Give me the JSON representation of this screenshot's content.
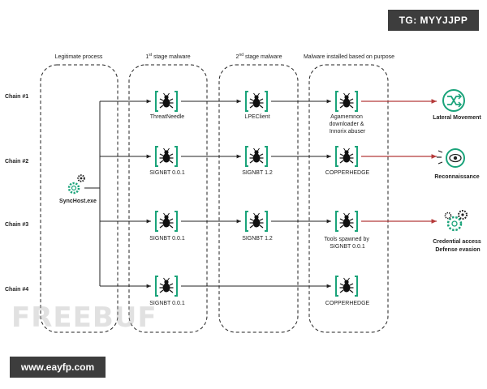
{
  "badges": {
    "tg": "TG: MYYJJPP",
    "site": "www.eayfp.com",
    "watermark": "FREEBUF"
  },
  "colors": {
    "accent": "#1aa37a",
    "bug": "#111111",
    "outcome_arrow": "#b53a3a"
  },
  "columns": {
    "legit": "Legitimate process",
    "stage1_pre": "1",
    "stage1_sup": "st",
    "stage1_post": " stage malware",
    "stage2_pre": "2",
    "stage2_sup": "nd",
    "stage2_post": " stage malware",
    "purpose": "Malware installed based on purpose"
  },
  "chains": [
    "Chain #1",
    "Chain #2",
    "Chain #3",
    "Chain #4"
  ],
  "process": "SyncHost.exe",
  "stage1": [
    "ThreatNeedle",
    "SIGNBT 0.0.1",
    "SIGNBT 0.0.1",
    "SIGNBT 0.0.1"
  ],
  "stage2": [
    "LPEClient",
    "SIGNBT 1.2",
    "SIGNBT 1.2"
  ],
  "purpose": {
    "c1": [
      "Agamemnon",
      "downloader &",
      "Innorix abuser"
    ],
    "c2": [
      "COPPERHEDGE"
    ],
    "c3": [
      "Tools spawned by",
      "SIGNBT 0.0.1"
    ],
    "c4": [
      "COPPERHEDGE"
    ]
  },
  "outcomes": {
    "lateral": "Lateral Movement",
    "recon": "Reconnaissance",
    "cred1": "Credential access",
    "cred2": "Defense evasion"
  },
  "icons": [
    "gear-icon",
    "bug-icon",
    "lateral-movement-icon",
    "reconnaissance-eye-icon",
    "credential-gears-icon"
  ]
}
